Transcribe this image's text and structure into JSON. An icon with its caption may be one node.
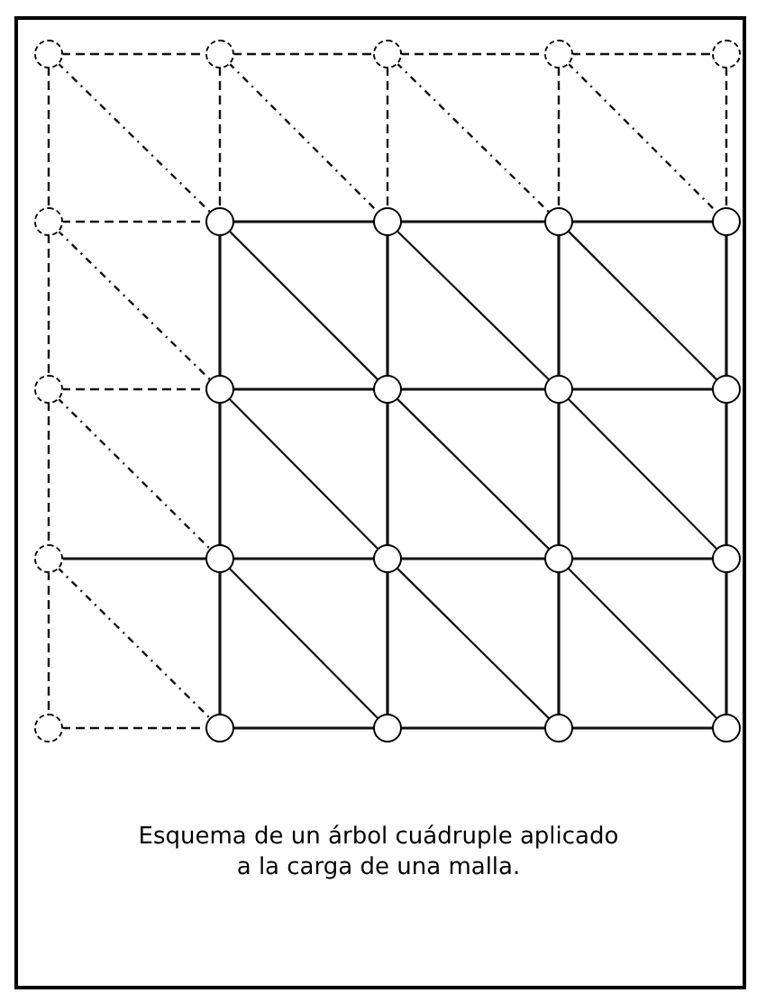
{
  "diagram": {
    "caption": "Esquema de un árbol cuádruple aplicado a la carga de una malla.",
    "nodes": [
      {
        "text": [],
        "shape": "circle"
      },
      {
        "text": [],
        "shape": "circle"
      },
      {
        "text": [],
        "shape": "circle"
      },
      {
        "text": [],
        "shape": "circle"
      },
      {
        "text": [],
        "shape": "circle"
      },
      {
        "text": [],
        "shape": "circle"
      },
      {
        "text": [],
        "shape": "circle"
      },
      {
        "text": [],
        "shape": "circle"
      },
      {
        "text": [],
        "shape": "circle"
      },
      {
        "text": [],
        "shape": "circle"
      },
      {
        "text": [],
        "shape": "circle"
      },
      {
        "text": [],
        "shape": "circle"
      },
      {
        "text": [],
        "shape": "circle"
      },
      {
        "text": [],
        "shape": "circle"
      },
      {
        "text": [],
        "shape": "circle"
      },
      {
        "text": [],
        "shape": "circle"
      },
      {
        "text": [],
        "shape": "circle"
      },
      {
        "text": [],
        "shape": "circle"
      },
      {
        "text": [],
        "shape": "circle"
      },
      {
        "text": [],
        "shape": "circle"
      },
      {
        "text": [],
        "shape": "circle"
      },
      {
        "text": [],
        "shape": "circle"
      },
      {
        "text": [],
        "shape": "circle"
      },
      {
        "text": [],
        "shape": "circle"
      },
      {
        "text": [],
        "shape": "circle"
      }
    ],
    "edges": [
      {
        "from": 0,
        "to": 1,
        "arrow": "none",
        "style": "dashed"
      },
      {
        "from": 1,
        "to": 2,
        "arrow": "none",
        "style": "dashed"
      },
      {
        "from": 2,
        "to": 3,
        "arrow": "none",
        "style": "dashed"
      },
      {
        "from": 3,
        "to": 4,
        "arrow": "none",
        "style": "dashed"
      },
      {
        "from": 5,
        "to": 6,
        "arrow": "none",
        "style": "dashed"
      },
      {
        "from": 6,
        "to": 7,
        "arrow": "none"
      },
      {
        "from": 7,
        "to": 8,
        "arrow": "none"
      },
      {
        "from": 8,
        "to": 9,
        "arrow": "none"
      },
      {
        "from": 10,
        "to": 11,
        "arrow": "none",
        "style": "dashed"
      },
      {
        "from": 11,
        "to": 12,
        "arrow": "none"
      },
      {
        "from": 12,
        "to": 13,
        "arrow": "none"
      },
      {
        "from": 13,
        "to": 14,
        "arrow": "none"
      },
      {
        "from": 15,
        "to": 16,
        "arrow": "none"
      },
      {
        "from": 16,
        "to": 17,
        "arrow": "none"
      },
      {
        "from": 17,
        "to": 18,
        "arrow": "none"
      },
      {
        "from": 18,
        "to": 19,
        "arrow": "none"
      },
      {
        "from": 20,
        "to": 21,
        "arrow": "none",
        "style": "dashed"
      },
      {
        "from": 21,
        "to": 22,
        "arrow": "none"
      },
      {
        "from": 22,
        "to": 23,
        "arrow": "none"
      },
      {
        "from": 23,
        "to": 24,
        "arrow": "none"
      },
      {
        "from": 0,
        "to": 5,
        "arrow": "none",
        "style": "dashed"
      },
      {
        "from": 5,
        "to": 10,
        "arrow": "none",
        "style": "dashed"
      },
      {
        "from": 10,
        "to": 15,
        "arrow": "none",
        "style": "dashed"
      },
      {
        "from": 15,
        "to": 20,
        "arrow": "none",
        "style": "dashed"
      },
      {
        "from": 1,
        "to": 6,
        "arrow": "none",
        "style": "dashed"
      },
      {
        "from": 6,
        "to": 11,
        "arrow": "none"
      },
      {
        "from": 11,
        "to": 16,
        "arrow": "none"
      },
      {
        "from": 16,
        "to": 21,
        "arrow": "none"
      },
      {
        "from": 2,
        "to": 7,
        "arrow": "none",
        "style": "dashed"
      },
      {
        "from": 7,
        "to": 12,
        "arrow": "none"
      },
      {
        "from": 12,
        "to": 17,
        "arrow": "none"
      },
      {
        "from": 17,
        "to": 22,
        "arrow": "none"
      },
      {
        "from": 3,
        "to": 8,
        "arrow": "none",
        "style": "dashed"
      },
      {
        "from": 8,
        "to": 13,
        "arrow": "none"
      },
      {
        "from": 13,
        "to": 18,
        "arrow": "none"
      },
      {
        "from": 18,
        "to": 23,
        "arrow": "none"
      },
      {
        "from": 4,
        "to": 9,
        "arrow": "none",
        "style": "dashed"
      },
      {
        "from": 9,
        "to": 14,
        "arrow": "none"
      },
      {
        "from": 14,
        "to": 19,
        "arrow": "none"
      },
      {
        "from": 19,
        "to": 24,
        "arrow": "none"
      },
      {
        "from": 0,
        "to": 6,
        "arrow": "none",
        "style": "dashed"
      },
      {
        "from": 1,
        "to": 7,
        "arrow": "none",
        "style": "dashed"
      },
      {
        "from": 2,
        "to": 8,
        "arrow": "none",
        "style": "dashed"
      },
      {
        "from": 3,
        "to": 9,
        "arrow": "none",
        "style": "dashed"
      },
      {
        "from": 5,
        "to": 11,
        "arrow": "none",
        "style": "dashed"
      },
      {
        "from": 6,
        "to": 12,
        "arrow": "none"
      },
      {
        "from": 7,
        "to": 13,
        "arrow": "none"
      },
      {
        "from": 8,
        "to": 14,
        "arrow": "none"
      },
      {
        "from": 10,
        "to": 16,
        "arrow": "none",
        "style": "dashed"
      },
      {
        "from": 11,
        "to": 17,
        "arrow": "none"
      },
      {
        "from": 12,
        "to": 18,
        "arrow": "none"
      },
      {
        "from": 13,
        "to": 19,
        "arrow": "none"
      },
      {
        "from": 15,
        "to": 21,
        "arrow": "none",
        "style": "dashed"
      },
      {
        "from": 16,
        "to": 22,
        "arrow": "none"
      },
      {
        "from": 17,
        "to": 23,
        "arrow": "none"
      },
      {
        "from": 18,
        "to": 24,
        "arrow": "none"
      }
    ]
  }
}
